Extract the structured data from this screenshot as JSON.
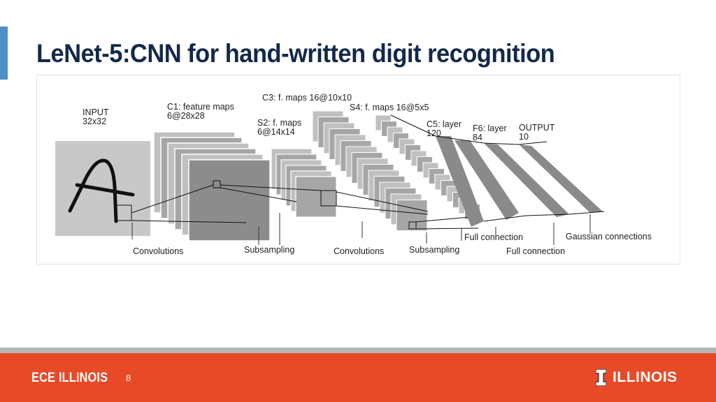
{
  "slide": {
    "title": "LeNet-5:CNN for hand-written digit recognition"
  },
  "diagram": {
    "input_label": [
      "INPUT",
      "32x32"
    ],
    "c1_label": [
      "C1: feature maps",
      "6@28x28"
    ],
    "s2_label": [
      "S2: f. maps",
      "6@14x14"
    ],
    "c3_label": [
      "C3: f. maps 16@10x10"
    ],
    "s4_label": [
      "S4: f. maps 16@5x5"
    ],
    "c5_label": [
      "C5: layer",
      "120"
    ],
    "f6_label": [
      "F6: layer",
      "84"
    ],
    "output_label": [
      "OUTPUT",
      "10"
    ],
    "bottom_labels": {
      "convolutions_1": "Convolutions",
      "subsampling_1": "Subsampling",
      "convolutions_2": "Convolutions",
      "subsampling_2": "Subsampling",
      "full_connection_1": "Full connection",
      "full_connection_2": "Full connection",
      "gaussian": "Gaussian connections"
    },
    "colors": {
      "input_bg": "#c8c8c8",
      "map_light": "#c0c0c0",
      "map_mid": "#a6a6a6",
      "map_dark": "#8c8c8c",
      "band": "#8a8a8a",
      "line": "#111111"
    }
  },
  "footer": {
    "brand": "ECE ILLINOIS",
    "page_number": "8",
    "logo_text": "ILLINOIS",
    "logo_icon": "block-i-icon"
  },
  "colors": {
    "title": "#13294b",
    "accent_bar": "#4f8ec6",
    "footer_bg": "#e84a27",
    "footer_strip": "#b3b7b4",
    "footer_text": "#ffffff"
  }
}
